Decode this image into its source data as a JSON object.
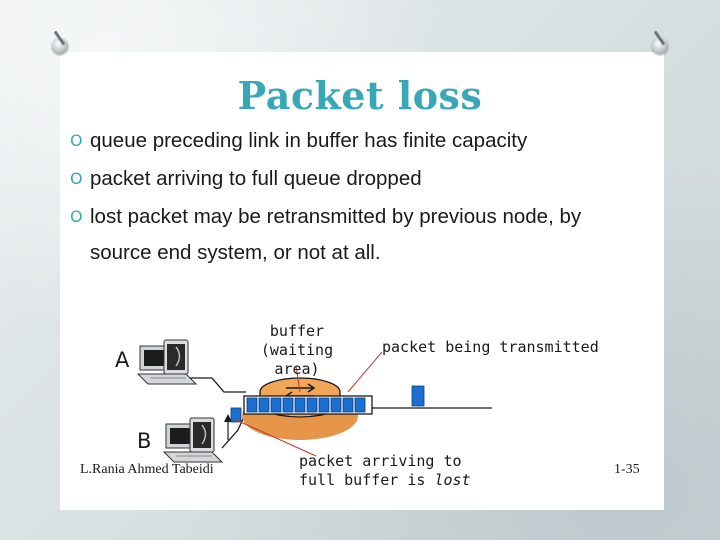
{
  "slide": {
    "title": "Packet loss",
    "bullets": [
      {
        "text": "queue preceding link in buffer has finite capacity"
      },
      {
        "text": "packet arriving to full queue dropped"
      },
      {
        "text": "lost packet may be retransmitted by previous node, by",
        "continuation": "source end system, or not at all."
      }
    ],
    "bullet_marker": "O"
  },
  "diagram": {
    "host_a": "A",
    "host_b": "B",
    "buffer_label_line1": "buffer",
    "buffer_label_line2": "(waiting area)",
    "transmitted_label": "packet being transmitted",
    "lost_label_line1": "packet arriving to",
    "lost_label_line2_prefix": "full buffer is ",
    "lost_label_line2_emph": "lost",
    "colors": {
      "packet": "#1a6fd1",
      "router": "#f2a65a",
      "callout_line": "#c0392b",
      "accent": "#3aa7b8"
    },
    "icons": [
      "computer-icon",
      "router-icon",
      "packet-icon"
    ]
  },
  "footer": {
    "author": "L.Rania Ahmed Tabeidi",
    "page": "1-35"
  }
}
